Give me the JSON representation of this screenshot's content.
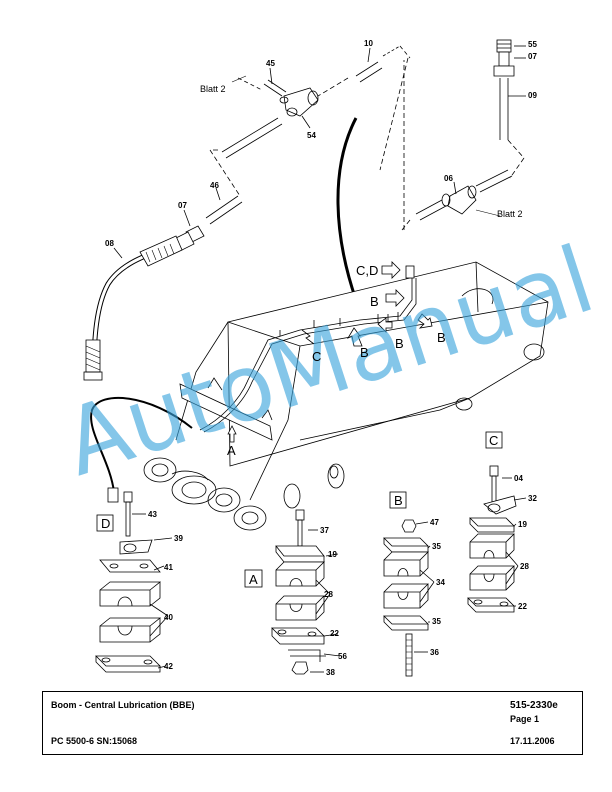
{
  "title_block": {
    "title": "Boom - Central Lubrication (BBE)",
    "doc_number": "515-2330e",
    "page": "Page 1",
    "model": "PC 5500-6 SN:15068",
    "date": "17.11.2006"
  },
  "watermark": "AutoManual",
  "sheet_refs": [
    "Blatt 2",
    "Blatt 2"
  ],
  "view_letters": [
    "A",
    "B",
    "C",
    "D"
  ],
  "flow_labels": [
    "C,D",
    "B",
    "B",
    "B",
    "B",
    "C",
    "A"
  ],
  "callouts": {
    "c10": "10",
    "c45": "45",
    "c54": "54",
    "c46": "46",
    "c07a": "07",
    "c08": "08",
    "c55": "55",
    "c07b": "07",
    "c09": "09",
    "c06": "06",
    "c43": "43",
    "c39": "39",
    "c41": "41",
    "c40": "40",
    "c42": "42",
    "c37": "37",
    "c19a": "19",
    "c28a": "28",
    "c22a": "22",
    "c56": "56",
    "c38": "38",
    "c47": "47",
    "c35a": "35",
    "c34": "34",
    "c35b": "35",
    "c36": "36",
    "c04": "04",
    "c32": "32",
    "c19b": "19",
    "c28b": "28",
    "c22b": "22"
  }
}
